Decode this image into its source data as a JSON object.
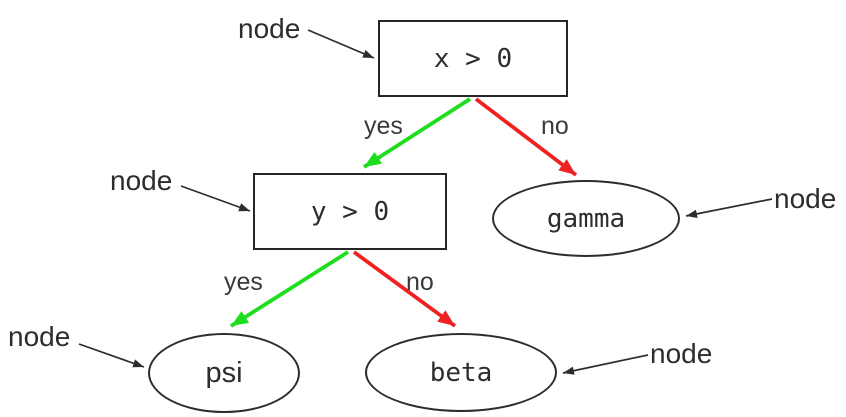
{
  "colors": {
    "yes": "#1ddd1d",
    "no": "#ee2222",
    "line": "#2d2d2d"
  },
  "nodes": {
    "root": {
      "label": "x > 0",
      "shape": "box"
    },
    "branch": {
      "label": "y > 0",
      "shape": "box"
    },
    "gamma": {
      "label": "gamma",
      "shape": "ellipse"
    },
    "psi": {
      "label": "psi",
      "shape": "ellipse"
    },
    "beta": {
      "label": "beta",
      "shape": "ellipse"
    }
  },
  "edges": {
    "root_yes": {
      "label": "yes",
      "from": "x > 0",
      "to": "y > 0"
    },
    "root_no": {
      "label": "no",
      "from": "x > 0",
      "to": "gamma"
    },
    "branch_yes": {
      "label": "yes",
      "from": "y > 0",
      "to": "psi"
    },
    "branch_no": {
      "label": "no",
      "from": "y > 0",
      "to": "beta"
    }
  },
  "annotations": [
    {
      "label": "node",
      "target": "x > 0"
    },
    {
      "label": "node",
      "target": "y > 0"
    },
    {
      "label": "node",
      "target": "gamma"
    },
    {
      "label": "node",
      "target": "psi"
    },
    {
      "label": "node",
      "target": "beta"
    }
  ]
}
